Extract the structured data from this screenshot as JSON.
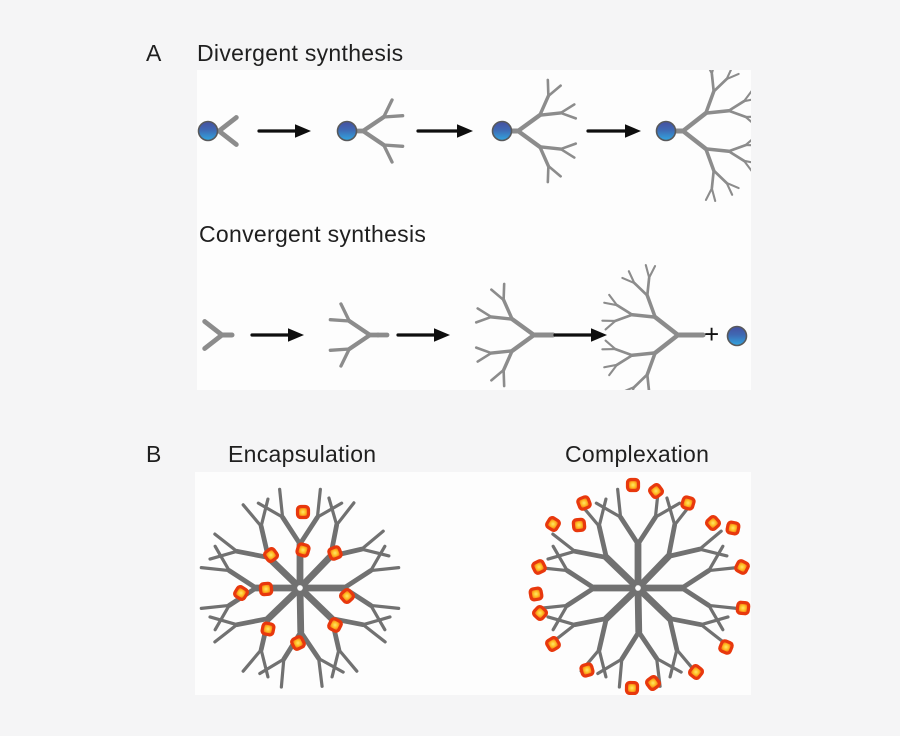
{
  "page": {
    "background": "#f5f5f6",
    "panel_background": "#fdfdfd",
    "text_color": "#1f1f1f"
  },
  "panel_a": {
    "label": "A",
    "divergent": {
      "title": "Divergent synthesis",
      "stages": [
        {
          "generations": 1,
          "has_core": true
        },
        {
          "generations": 2,
          "has_core": true
        },
        {
          "generations": 3,
          "has_core": true
        },
        {
          "generations": 4,
          "has_core": true
        }
      ]
    },
    "convergent": {
      "title": "Convergent synthesis",
      "stages": [
        {
          "generations": 1,
          "has_core": false
        },
        {
          "generations": 2,
          "has_core": false
        },
        {
          "generations": 3,
          "has_core": false
        },
        {
          "generations": 4,
          "has_core": false
        }
      ],
      "plus_sign": "+",
      "final_core": true
    }
  },
  "panel_b": {
    "label": "B",
    "encapsulation": {
      "title": "Encapsulation",
      "drug_count": 10,
      "drug_offsets": [
        [
          3,
          -76
        ],
        [
          -29,
          -33
        ],
        [
          3,
          -38
        ],
        [
          35,
          -35
        ],
        [
          -59,
          5
        ],
        [
          -34,
          1
        ],
        [
          47,
          8
        ],
        [
          -32,
          41
        ],
        [
          -2,
          55
        ],
        [
          35,
          37
        ]
      ]
    },
    "complexation": {
      "title": "Complexation",
      "drug_count": 19,
      "drug_offsets": [
        [
          -5,
          -103
        ],
        [
          18,
          -97
        ],
        [
          50,
          -85
        ],
        [
          -54,
          -85
        ],
        [
          -85,
          -64
        ],
        [
          -59,
          -63
        ],
        [
          75,
          -65
        ],
        [
          95,
          -60
        ],
        [
          -99,
          -21
        ],
        [
          104,
          -21
        ],
        [
          -102,
          6
        ],
        [
          -98,
          25
        ],
        [
          105,
          20
        ],
        [
          -85,
          56
        ],
        [
          88,
          59
        ],
        [
          -51,
          82
        ],
        [
          58,
          84
        ],
        [
          -6,
          100
        ],
        [
          15,
          95
        ]
      ]
    }
  },
  "colors": {
    "branch_a": "#8c8c8c",
    "branch_b": "#717171",
    "arrow": "#0e0e0e",
    "core_outline": "#58595b",
    "core_gradient_top": "#46509f",
    "core_gradient_mid": "#3f6ab4",
    "core_gradient_bottom": "#31a6e0",
    "drug_outline": "#e8380d",
    "drug_mid": "#ffb71f",
    "drug_center": "#ffe866"
  }
}
